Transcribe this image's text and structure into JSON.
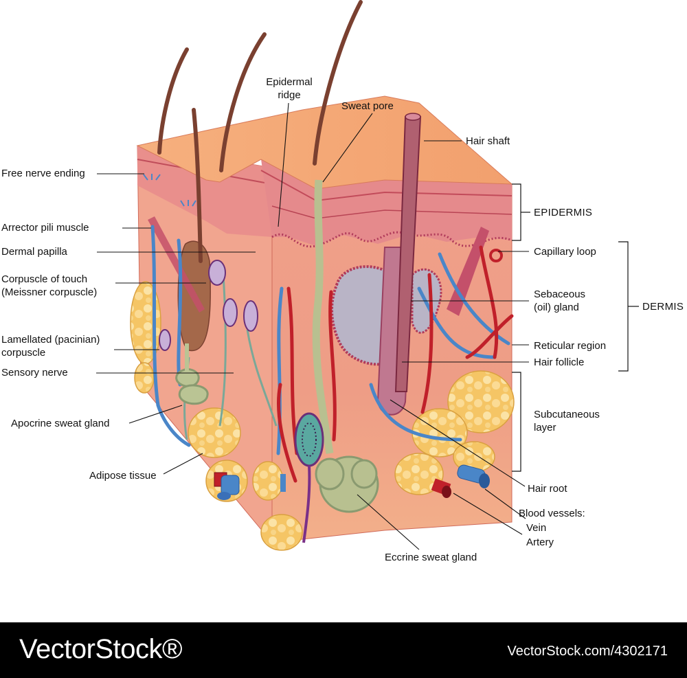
{
  "labels": {
    "free_nerve_ending": "Free nerve ending",
    "arrector_pili": "Arrector pili muscle",
    "dermal_papilla": "Dermal papilla",
    "corpuscle_touch_1": "Corpuscle of touch",
    "corpuscle_touch_2": "(Meissner corpuscle)",
    "lamellated_1": "Lamellated (pacinian)",
    "lamellated_2": "corpuscle",
    "sensory_nerve": "Sensory nerve",
    "apocrine": "Apocrine sweat gland",
    "adipose": "Adipose tissue",
    "epidermal_ridge_1": "Epidermal",
    "epidermal_ridge_2": "ridge",
    "sweat_pore": "Sweat pore",
    "hair_shaft": "Hair shaft",
    "epidermis": "EPIDERMIS",
    "capillary_loop": "Capillary loop",
    "sebaceous_1": "Sebaceous",
    "sebaceous_2": "(oil) gland",
    "dermis": "DERMIS",
    "reticular": "Reticular region",
    "hair_follicle": "Hair follicle",
    "subcutaneous_1": "Subcutaneous",
    "subcutaneous_2": "layer",
    "hair_root": "Hair root",
    "blood_vessels": "Blood vessels:",
    "vein": "Vein",
    "artery": "Artery",
    "eccrine": "Eccrine sweat gland"
  },
  "watermark": {
    "logo": "VectorStock®",
    "id": "VectorStock.com/4302171"
  },
  "colors": {
    "skin_top": "#f3a875",
    "epidermis": "#e88a8a",
    "dermis": "#f0a08a",
    "fat": "#f6c46a",
    "vein": "#4a86c8",
    "artery": "#c0202a",
    "gland": "#a8b88a",
    "hair": "#7a4030"
  }
}
